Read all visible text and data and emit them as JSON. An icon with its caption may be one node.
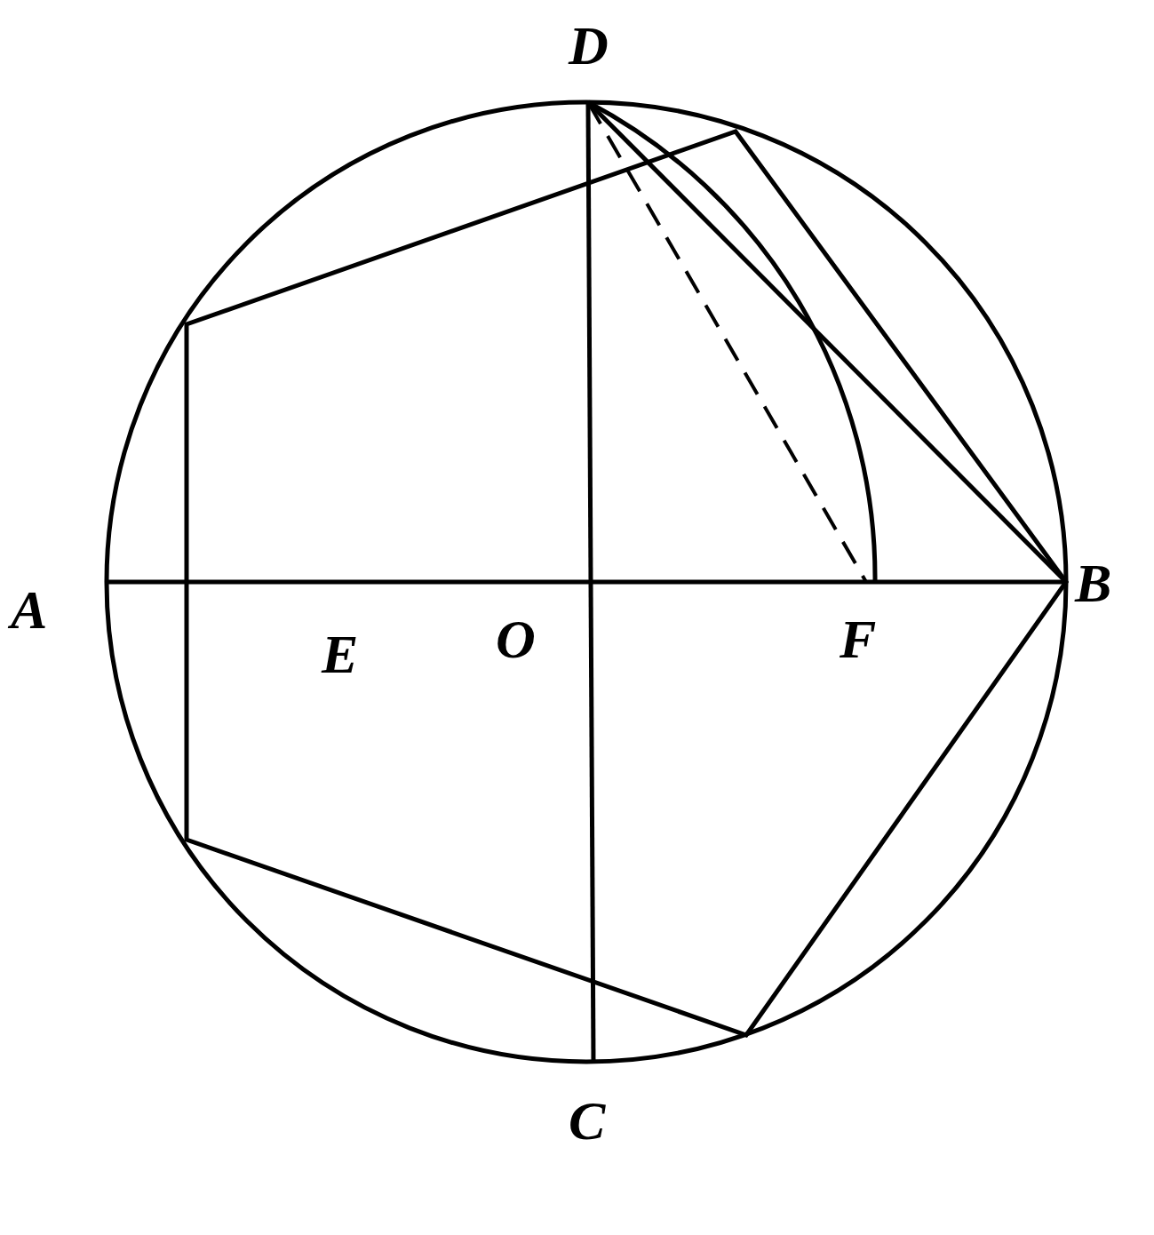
{
  "diagram": {
    "labels": [
      "D",
      "A",
      "B",
      "E",
      "O",
      "F",
      "C"
    ]
  }
}
